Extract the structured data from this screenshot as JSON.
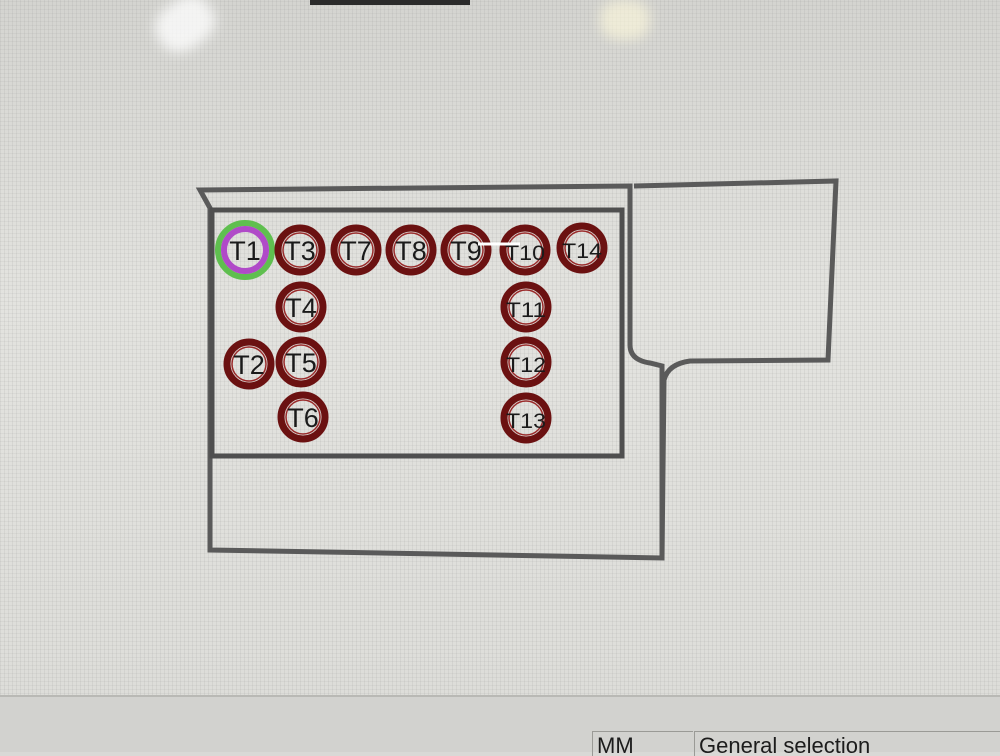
{
  "canvas": {
    "tools": [
      {
        "id": "T1",
        "label": "T1",
        "selected": true
      },
      {
        "id": "T3",
        "label": "T3"
      },
      {
        "id": "T7",
        "label": "T7"
      },
      {
        "id": "T8",
        "label": "T8"
      },
      {
        "id": "T9",
        "label": "T9"
      },
      {
        "id": "T10",
        "label": "T10"
      },
      {
        "id": "T14",
        "label": "T14"
      },
      {
        "id": "T4",
        "label": "T4"
      },
      {
        "id": "T11",
        "label": "T11"
      },
      {
        "id": "T2",
        "label": "T2"
      },
      {
        "id": "T5",
        "label": "T5"
      },
      {
        "id": "T12",
        "label": "T12"
      },
      {
        "id": "T6",
        "label": "T6"
      },
      {
        "id": "T13",
        "label": "T13"
      }
    ],
    "colors": {
      "ring": "#6b1111",
      "ring_inner": "#9a2a2a",
      "selected_outer": "#5fbf4f",
      "selected_inner": "#b04ac8",
      "outline": "#5a5a5a"
    }
  },
  "status_bar": {
    "units": "MM",
    "mode": "General selection"
  }
}
